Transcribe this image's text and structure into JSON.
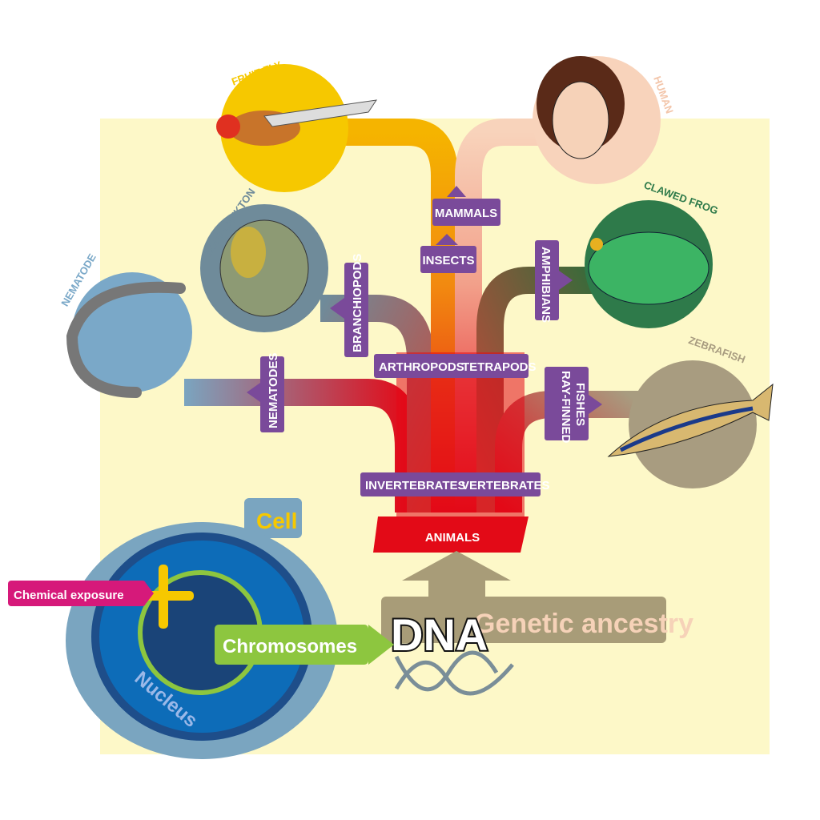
{
  "organisms": {
    "fruit_fly": "FRUIT FLY",
    "human": "HUMAN",
    "zooplankton": "ZOOPLANKTON",
    "nematode": "NEMATODE",
    "clawed_frog": "CLAWED FROG",
    "zebrafish": "ZEBRAFISH"
  },
  "groups": {
    "mammals": "MAMMALS",
    "insects": "INSECTS",
    "amphibians": "AMPHIBIANS",
    "branchiopods": "BRANCHIOPODS",
    "arthropods": "ARTHROPODS",
    "tetrapods": "TETRAPODS",
    "nematodes": "NEMATODES",
    "ray_finned_1": "RAY-FINNED",
    "ray_finned_2": "FISHES",
    "invertebrates": "INVERTEBRATES",
    "vertebrates": "VERTEBRATES",
    "animals": "ANIMALS"
  },
  "cell": {
    "cell": "Cell",
    "nucleus": "Nucleus",
    "chemical_exposure": "Chemical exposure",
    "chromosomes": "Chromosomes",
    "dna": "DNA",
    "genetic_ancestry": "Genetic ancestry"
  },
  "colors": {
    "background": "#fdf8c8",
    "label_purple": "#7a4a9a",
    "trunk_red": "#e30a17",
    "chem_pink": "#d6197a",
    "chrom_green": "#8dc63f"
  }
}
